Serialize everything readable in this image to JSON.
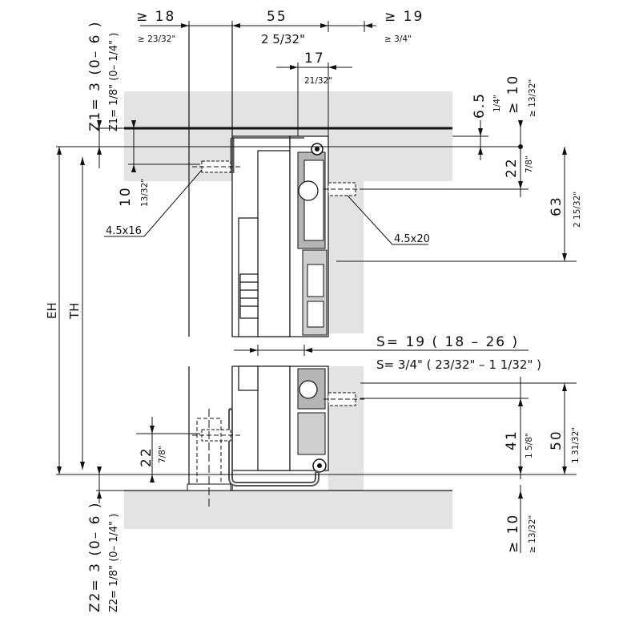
{
  "colors": {
    "line": "#111111",
    "grey_band": "#e3e3e3",
    "panel_face": "#ebebeb",
    "rail": "#9a9a9a",
    "rail_dark": "#606060"
  },
  "dims": {
    "top_left": {
      "mm": "≥ 18",
      "inch": "≥ 23/32\""
    },
    "top_mid": {
      "mm": "55",
      "inch": "2 5/32\""
    },
    "top_right": {
      "mm": "≥ 19",
      "inch": "≥ 3/4\""
    },
    "top_17": {
      "mm": "17",
      "inch": "21/32\""
    },
    "z1_mm": "Z1= 3 (0– 6 )",
    "z1_inch": "Z1= 1/8\" (0– 1/4\" )",
    "z2_mm": "Z2= 3 (0– 6 )",
    "z2_inch": "Z2= 1/8\" (0– 1/4\" )",
    "left_10": {
      "mm": "10",
      "inch": "13/32\""
    },
    "left_22": {
      "mm": "22",
      "inch": "7/8\""
    },
    "eh": "EH",
    "th": "TH",
    "right_65": {
      "mm": "6.5",
      "inch": "1/4\""
    },
    "right_ge10_top": {
      "mm": "≥ 10",
      "inch": "≥ 13/32\""
    },
    "right_22": {
      "mm": "22",
      "inch": "7/8\""
    },
    "right_63": {
      "mm": "63",
      "inch": "2 15/32\""
    },
    "right_41": {
      "mm": "41",
      "inch": "1 5/8\""
    },
    "right_50": {
      "mm": "50",
      "inch": "1 31/32\""
    },
    "right_ge10_bot": {
      "mm": "≥ 10",
      "inch": "≥ 13/32\""
    },
    "s_mm": "S= 19 ( 18 – 26 )",
    "s_inch": "S= 3/4\" ( 23/32\" – 1 1/32\" )"
  },
  "screws": {
    "left": "4.5x16",
    "right": "4.5x20"
  }
}
